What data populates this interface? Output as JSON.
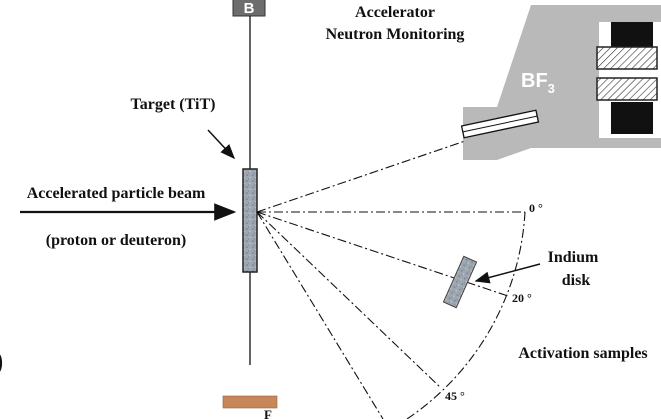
{
  "labels": {
    "top_box": "B",
    "monitor_line1": "Accelerator",
    "monitor_line2": "Neutron Monitoring",
    "detector_main": "BF",
    "detector_sub": "3",
    "target": "Target (TiT)",
    "beam_line1": "Accelerated particle beam",
    "beam_line2": "(proton or deuteron)",
    "angle_0": "0 °",
    "angle_20": "20 °",
    "angle_45": "45 °",
    "indium_line1": "Indium",
    "indium_line2": "disk",
    "activation": "Activation samples",
    "bottom_partial": "F",
    "left_partial": ")"
  },
  "colors": {
    "detector_body": "#b7b7b7",
    "target_fill": "#9aa3ad",
    "indium_fill": "#a9adb3",
    "bottom_sample": "#c8875a",
    "line": "#111111"
  }
}
